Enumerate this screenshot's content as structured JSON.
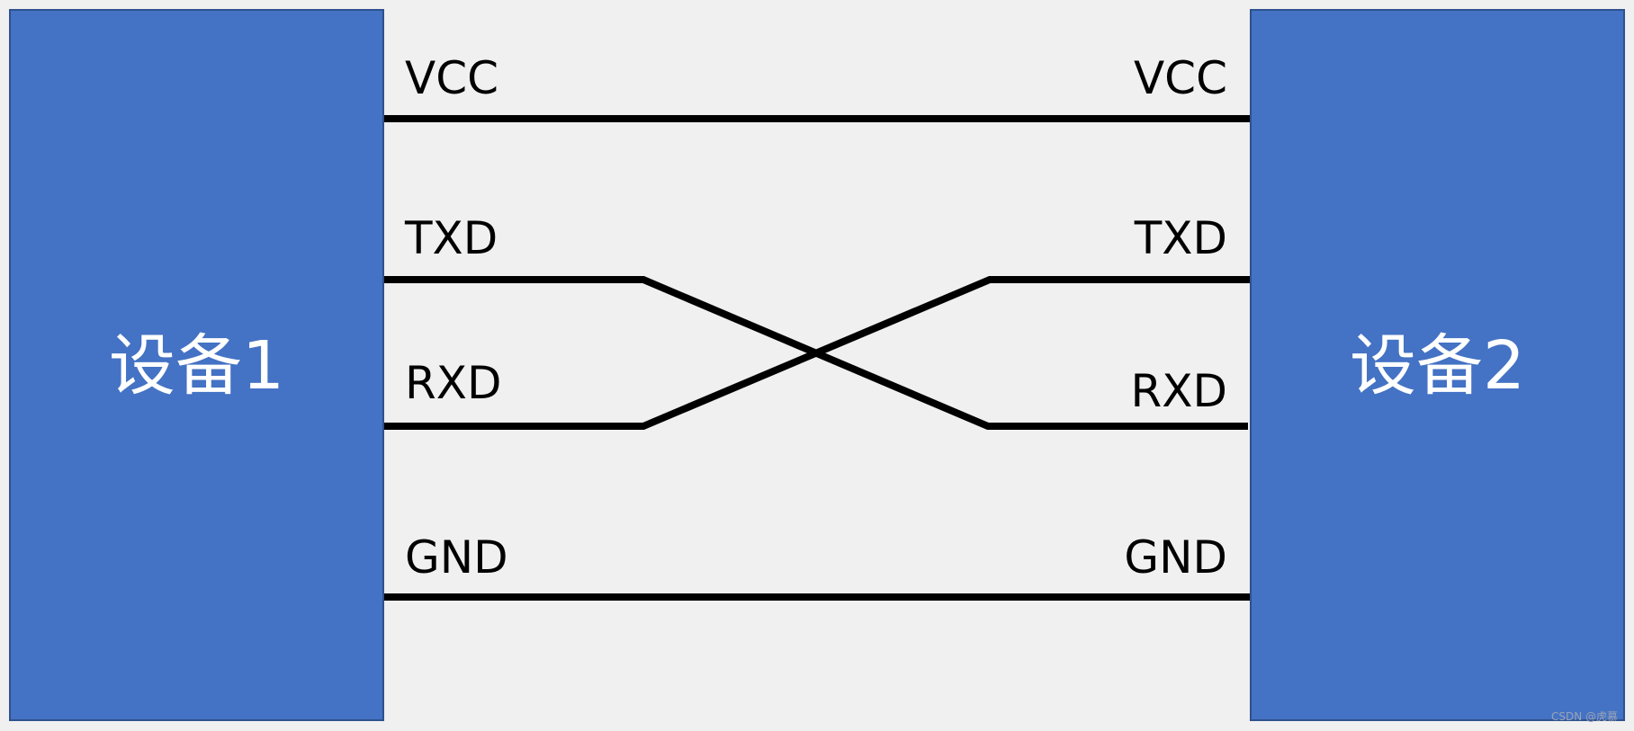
{
  "devices": {
    "left": {
      "label": "设备1"
    },
    "right": {
      "label": "设备2"
    }
  },
  "pins": {
    "left": [
      "VCC",
      "TXD",
      "RXD",
      "GND"
    ],
    "right": [
      "VCC",
      "TXD",
      "RXD",
      "GND"
    ]
  },
  "colors": {
    "device_fill": "#4472c4",
    "device_border": "#2f528f",
    "wire": "#000000",
    "background": "#f0f0f0"
  },
  "watermark": "CSDN @虎慕"
}
